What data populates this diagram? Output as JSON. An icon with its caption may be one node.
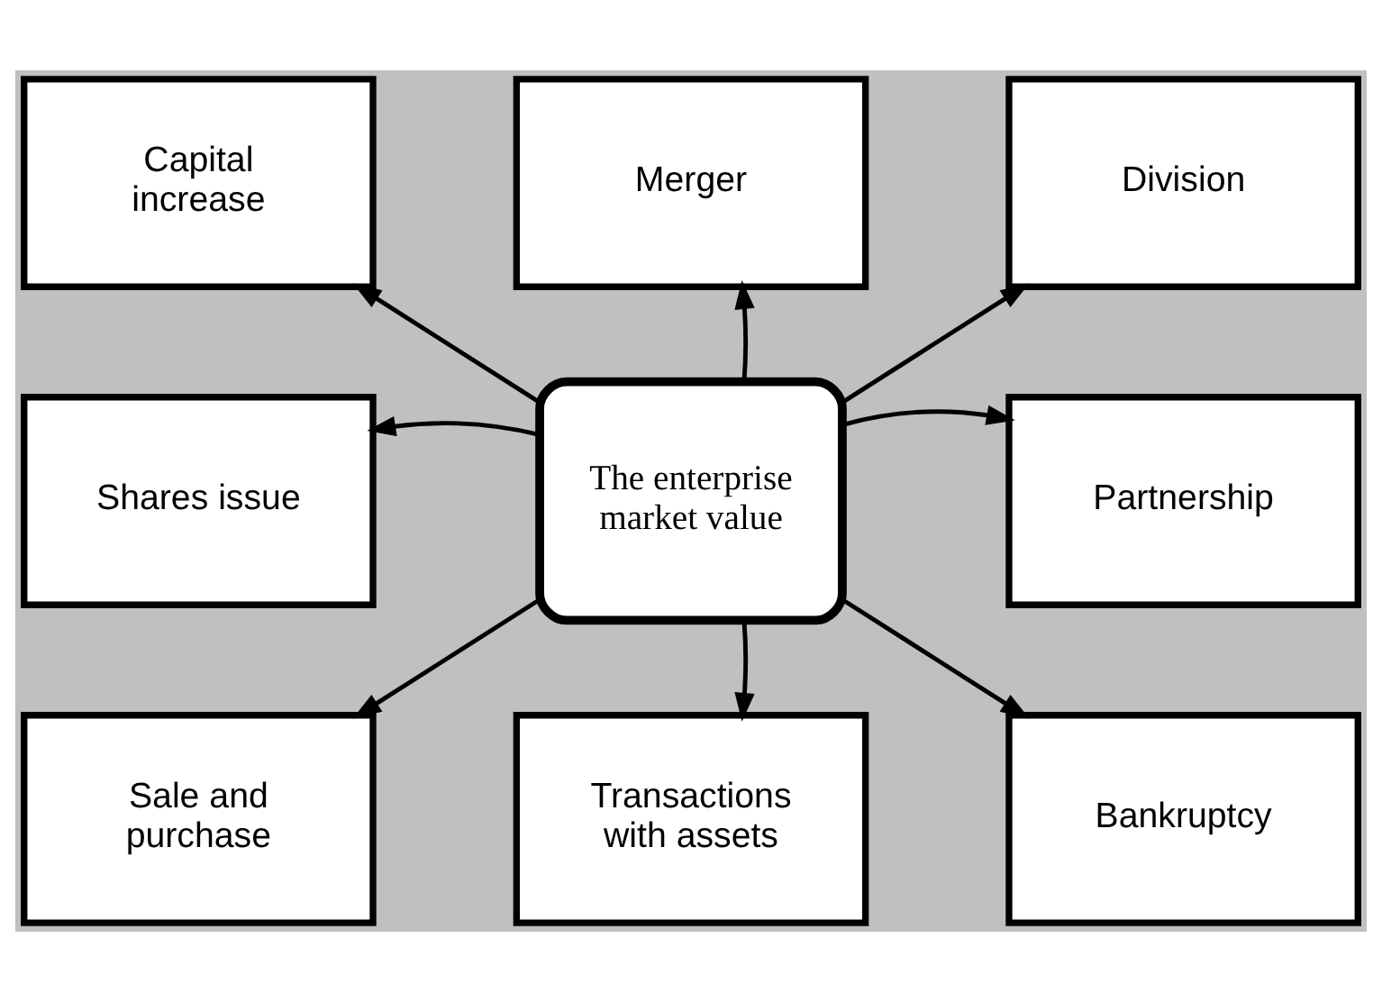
{
  "diagram": {
    "nodes": [
      {
        "text": [
          "The enterprise market value"
        ]
      },
      {
        "text": [
          "Capital increase"
        ]
      },
      {
        "text": [
          "Merger"
        ]
      },
      {
        "text": [
          "Division"
        ]
      },
      {
        "text": [
          "Shares issue"
        ]
      },
      {
        "text": [
          "Partnership"
        ]
      },
      {
        "text": [
          "Sale and purchase"
        ]
      },
      {
        "text": [
          "Transactions with assets"
        ]
      },
      {
        "text": [
          "Bankruptcy"
        ]
      }
    ],
    "edges": [
      {
        "from": 0,
        "to": 1,
        "arrow": "to"
      },
      {
        "from": 0,
        "to": 2,
        "arrow": "to"
      },
      {
        "from": 0,
        "to": 3,
        "arrow": "to"
      },
      {
        "from": 0,
        "to": 4,
        "arrow": "to"
      },
      {
        "from": 0,
        "to": 5,
        "arrow": "to"
      },
      {
        "from": 0,
        "to": 6,
        "arrow": "to"
      },
      {
        "from": 0,
        "to": 7,
        "arrow": "to"
      },
      {
        "from": 0,
        "to": 8,
        "arrow": "to"
      }
    ]
  }
}
